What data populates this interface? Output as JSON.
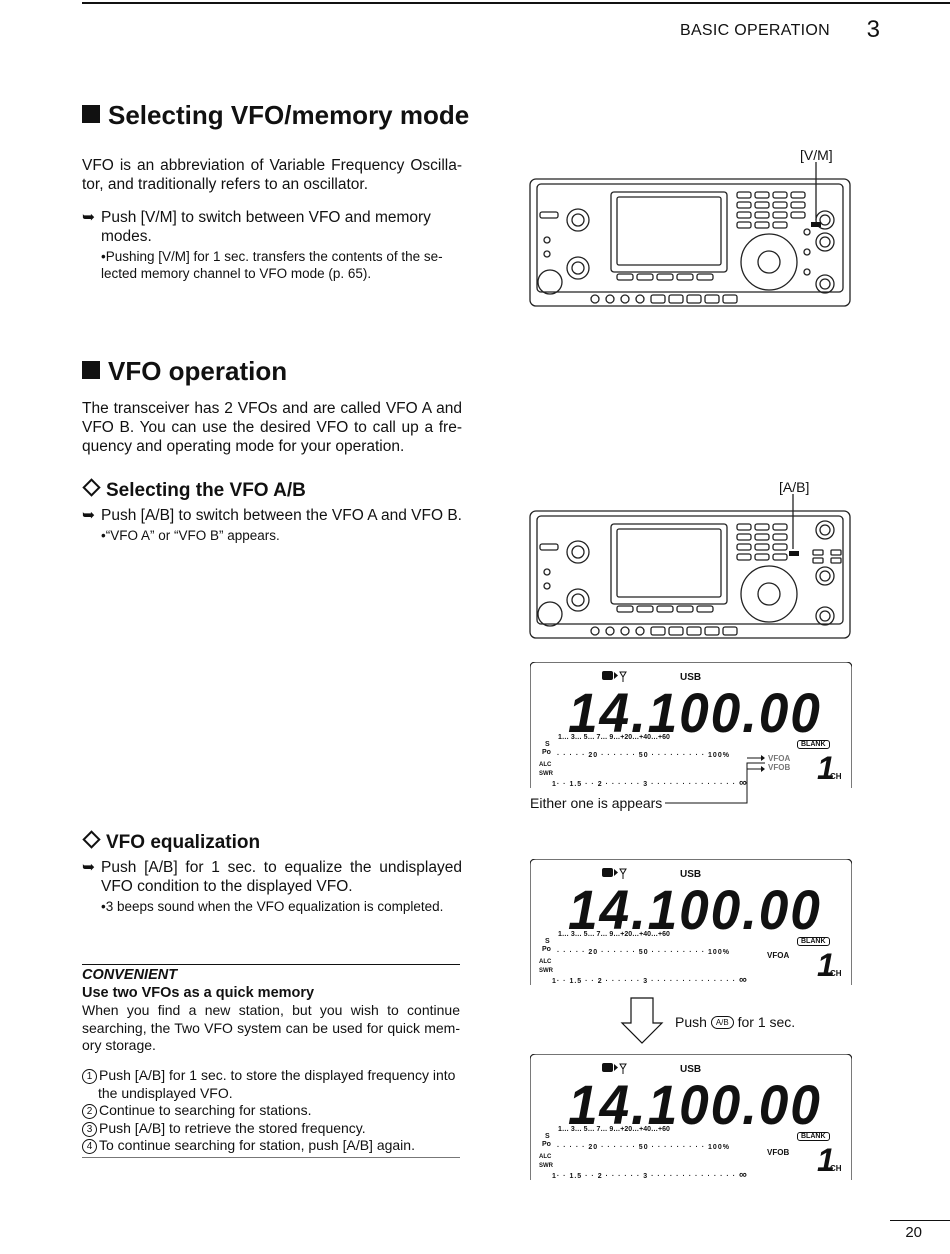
{
  "header": {
    "section": "BASIC OPERATION",
    "chapter": "3"
  },
  "sec1": {
    "title": "Selecting VFO/memory mode",
    "para": "VFO is an abbreviation of Variable Frequency Oscilla- tor, and traditionally refers to an oscillator.",
    "step": "Push [V/M] to switch between VFO and memory modes.",
    "note": "•Pushing [V/M] for 1 sec. transfers the contents of the se- lected memory channel to VFO mode (p. 65).",
    "figure_label": "[V/M]"
  },
  "sec2": {
    "title": "VFO operation",
    "para": "The transceiver has 2 VFOs and are called VFO A and VFO B. You can use the desired VFO to call up a fre- quency and operating mode for your operation.",
    "sub1": {
      "title": "Selecting the VFO A/B",
      "step": "Push [A/B] to switch between the VFO A and VFO B.",
      "note": "•“VFO A” or “VFO B” appears.",
      "figure_label": "[A/B]",
      "display_caption": "Either one is appears"
    },
    "sub2": {
      "title": "VFO equalization",
      "step": "Push [A/B] for 1 sec. to equalize the undisplayed VFO condition to the displayed VFO.",
      "note": "•3 beeps sound when the VFO equalization is completed.",
      "push_prefix": "Push",
      "push_key": "A/B",
      "push_suffix": "for 1 sec."
    }
  },
  "convenient": {
    "title": "CONVENIENT",
    "subtitle": "Use two VFOs as a quick memory",
    "para": "When you find a new station, but you wish to continue searching, the Two VFO system can be used for quick mem- ory storage.",
    "steps": [
      {
        "num": "1",
        "text": "Push [A/B] for 1 sec. to store the displayed frequency into the undisplayed VFO."
      },
      {
        "num": "2",
        "text": "Continue to searching for stations."
      },
      {
        "num": "3",
        "text": "Push [A/B] to retrieve the stored frequency."
      },
      {
        "num": "4",
        "text": "To continue searching for station, push [A/B] again."
      }
    ]
  },
  "display": {
    "mode": "USB",
    "frequency": "14.100.00",
    "channel": "1",
    "ch_label": "CH",
    "blank": "BLANK",
    "s_label": "S",
    "po_label": "Po",
    "alc_label": "ALC",
    "swr_label": "SWR",
    "s_scale": "1… 3… 5… 7… 9…+20…+40…+60",
    "po_scale_20": "20",
    "po_scale_50": "50",
    "po_scale_100": "100%",
    "swr_scale_1": "1",
    "swr_scale_15": "1.5",
    "swr_scale_2": "2",
    "swr_scale_3": "3",
    "swr_scale_inf": "∞",
    "vfoa": "VFOA",
    "vfob": "VFOB"
  },
  "page_number": "20"
}
